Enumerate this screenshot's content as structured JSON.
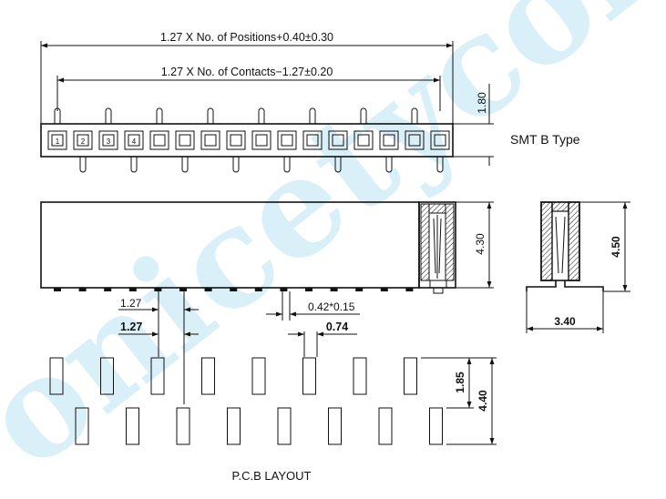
{
  "dims": {
    "total_length": "1.27 X No. of Positions+0.40±0.30",
    "contact_span": "1.27 X No. of Contacts−1.27±0.20",
    "height_side": "1.80",
    "body_height": "4.30",
    "end_height": "4.50",
    "end_width": "3.40",
    "pitch": "1.27",
    "pitch_pcb": "1.27",
    "pin_size": "0.42*0.15",
    "pad_width": "0.74",
    "pad_offset": "1.85",
    "pad_span": "4.40"
  },
  "pin_numbers": [
    "1",
    "2",
    "3",
    "4"
  ],
  "labels": {
    "smt_type": "SMT B Type",
    "pcb_layout": "P.C.B  LAYOUT"
  },
  "watermark": "onicetycom",
  "colors": {
    "ink": "#111111",
    "watermark": "#9fd8ef"
  }
}
